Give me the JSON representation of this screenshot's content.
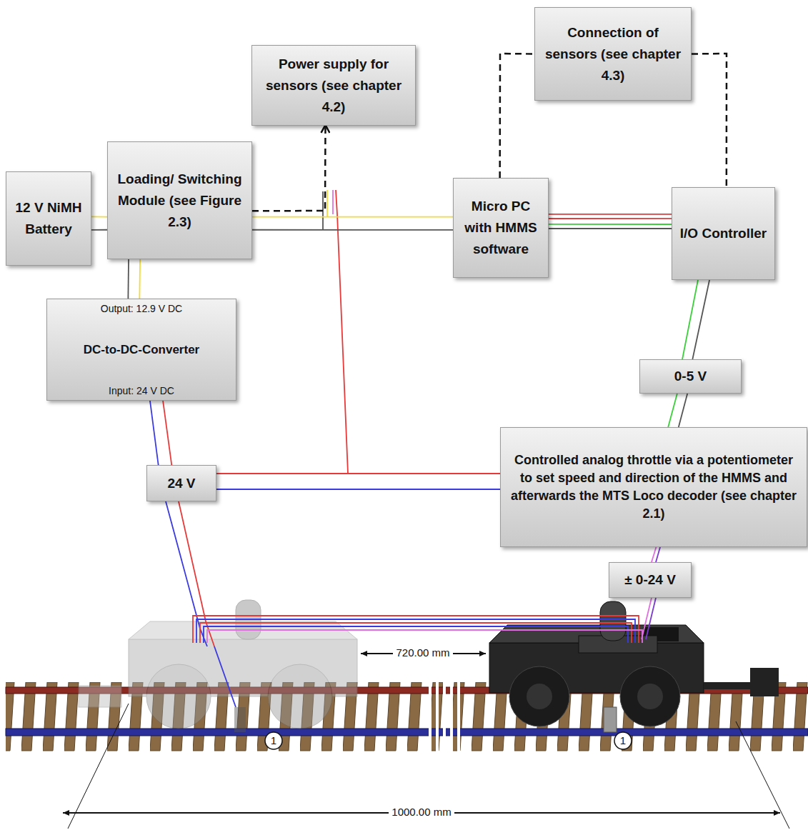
{
  "diagram": {
    "nodes": [
      {
        "text": [
          "12 V NiMH Battery"
        ]
      },
      {
        "text": [
          "Loading/ Switching Module (see Figure 2.3)"
        ]
      },
      {
        "text": [
          "Power supply for sensors (see chapter 4.2)"
        ]
      },
      {
        "text": [
          "Connection of sensors (see chapter 4.3)"
        ]
      },
      {
        "text": [
          "Micro PC with HMMS software"
        ]
      },
      {
        "text": [
          "I/O Controller"
        ]
      },
      {
        "text": [
          "Output: 12.9 V DC",
          "DC-to-DC-Converter",
          "Input: 24 V DC"
        ]
      },
      {
        "text": [
          "0-5 V"
        ]
      },
      {
        "text": [
          "24 V"
        ]
      },
      {
        "text": [
          "Controlled analog throttle via a potentiometer to set speed and direction of the HMMS and afterwards the MTS Loco decoder (see chapter 2.1)"
        ]
      },
      {
        "text": [
          "± 0-24 V"
        ]
      }
    ],
    "edges": [
      {
        "from": 0,
        "to": 1,
        "arrow": "none"
      },
      {
        "from": 1,
        "to": 4,
        "arrow": "none"
      },
      {
        "from": 1,
        "to": 2,
        "arrow": "to"
      },
      {
        "from": 4,
        "to": 3,
        "arrow": "none"
      },
      {
        "from": 3,
        "to": 5,
        "arrow": "none"
      },
      {
        "from": 4,
        "to": 5,
        "arrow": "none"
      },
      {
        "from": 1,
        "to": 6,
        "arrow": "none"
      },
      {
        "from": 5,
        "to": 7,
        "arrow": "none"
      },
      {
        "from": 7,
        "to": 9,
        "arrow": "none"
      },
      {
        "from": 6,
        "to": 8,
        "arrow": "none"
      },
      {
        "from": 8,
        "to": 9,
        "arrow": "none"
      },
      {
        "from": 9,
        "to": 10,
        "arrow": "none"
      }
    ],
    "labels": [
      "720.00 mm",
      "1",
      "1",
      "1000.00 mm"
    ]
  }
}
